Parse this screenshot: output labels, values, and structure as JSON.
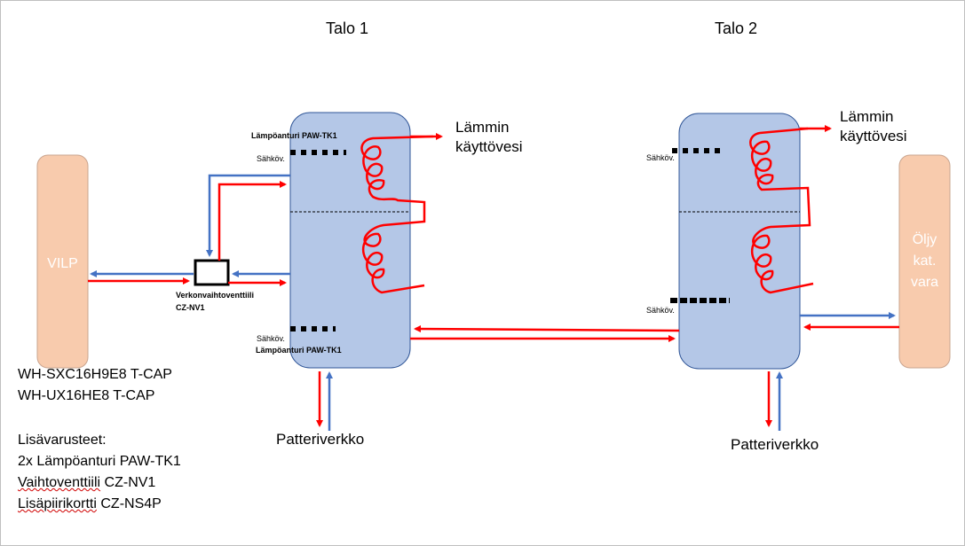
{
  "house1": {
    "title": "Talo 1"
  },
  "house2": {
    "title": "Talo 2"
  },
  "units": {
    "vilp": "VILP",
    "oil_line1": "Öljy",
    "oil_line2": "kat.",
    "oil_line3": "vara"
  },
  "labels": {
    "hot_water_line1": "Lämmin",
    "hot_water_line2": "käyttövesi",
    "sensor_top": "Lämpöanturi PAW-TK1",
    "sensor_bottom": "Lämpöanturi PAW-TK1",
    "heater_short": "Sähköv.",
    "valve_line1": "Verkonvaihtoventtiili",
    "valve_line2": "CZ-NV1",
    "radiator_network": "Patteriverkko"
  },
  "equipment": {
    "model_indoor": "WH-SXC16H9E8 T-CAP",
    "model_outdoor": "WH-UX16HE8 T-CAP",
    "accessories_heading": "Lisävarusteet:",
    "accessory_1": "2x Lämpöanturi PAW-TK1",
    "accessory_2_word": "Vaihtoventtiili",
    "accessory_2_rest": " CZ-NV1",
    "accessory_3_word": "Lisäpiirikortti",
    "accessory_3_rest": " CZ-NS4P"
  },
  "colors": {
    "hot_pipe": "#ff0000",
    "cold_pipe": "#4472c4",
    "tank_fill": "#b4c7e7",
    "tank_stroke": "#2f5597",
    "unit_fill": "#f8cbad",
    "unit_stroke": "#c9a48e"
  }
}
